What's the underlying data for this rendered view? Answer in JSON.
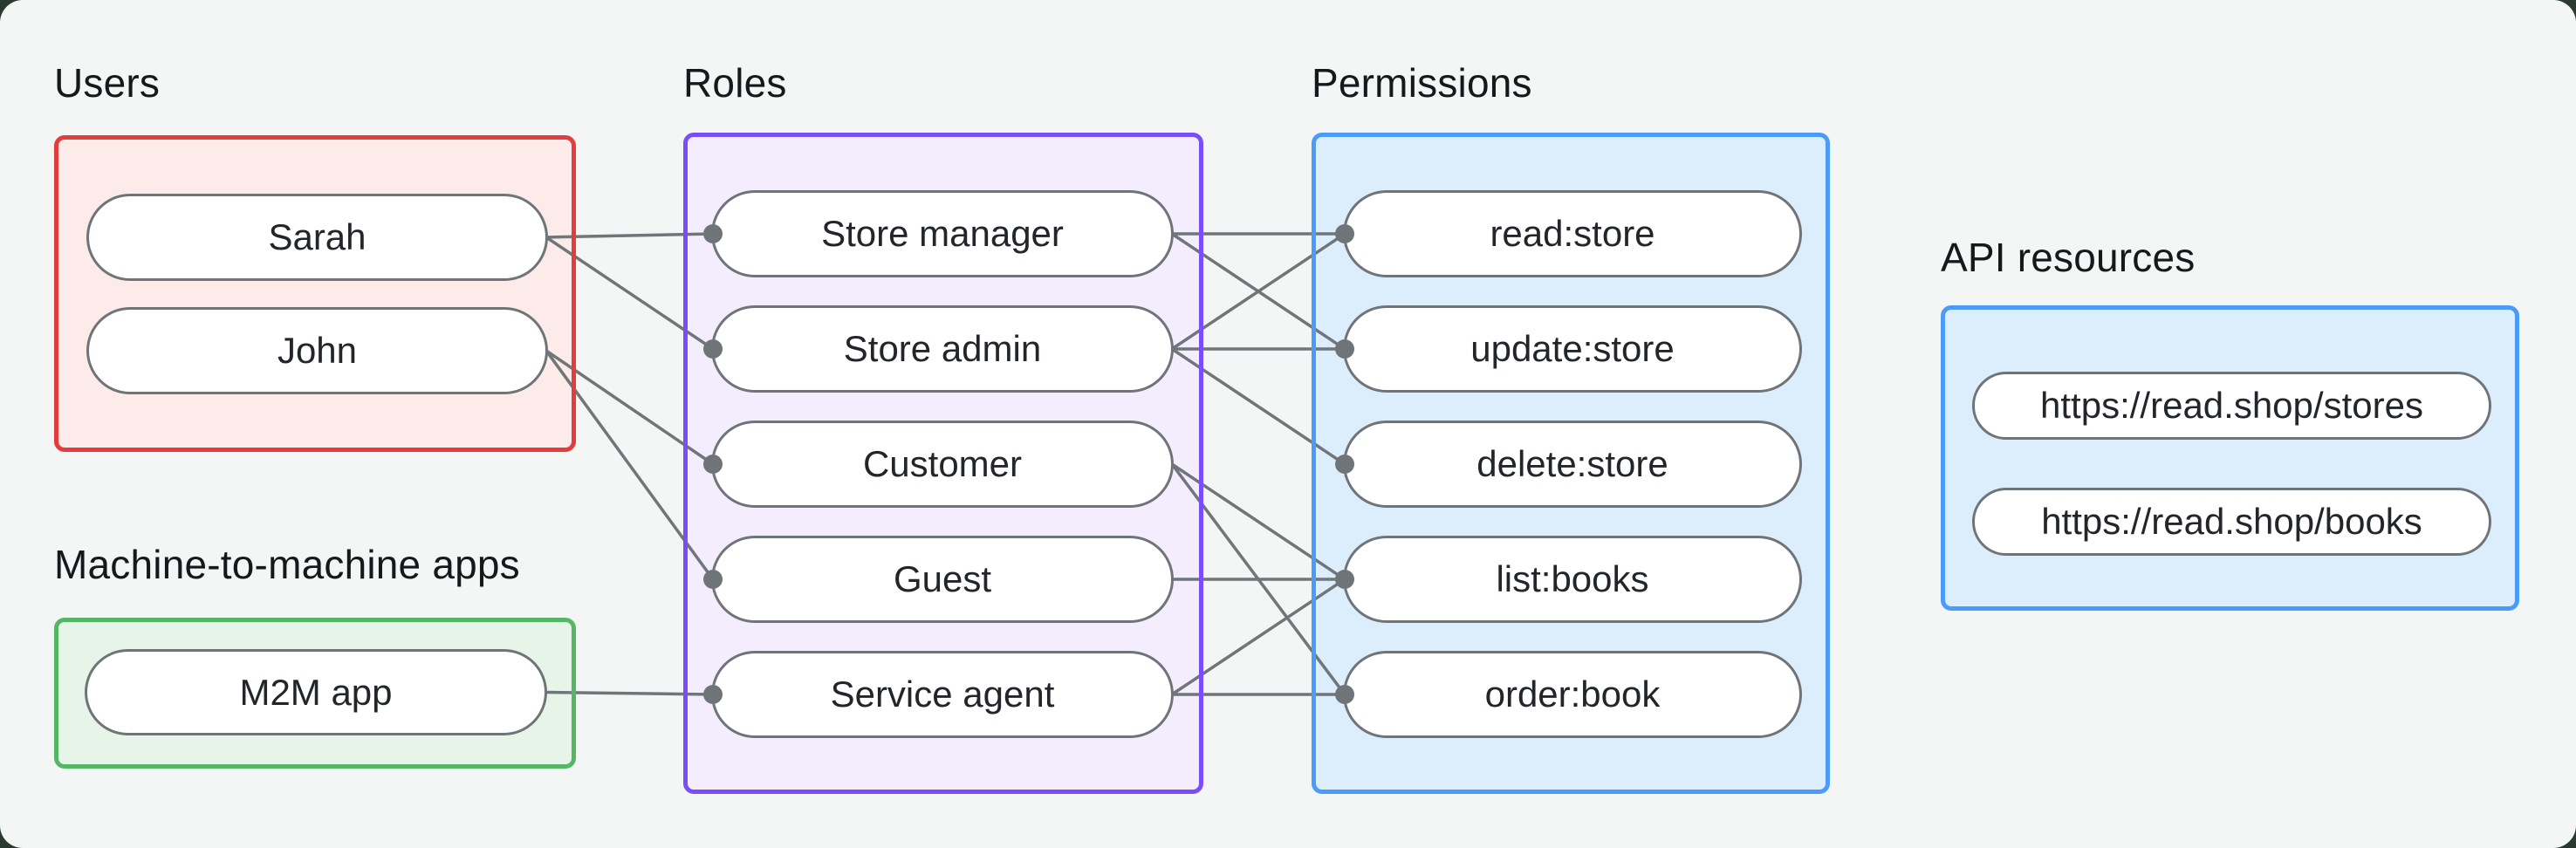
{
  "page": {
    "surface_color": "#2a3a31",
    "card_color": "#f4f6f5",
    "line_color": "#70757a",
    "line_width": 3.5,
    "dot_color": "#6f7478",
    "dot_radius": 11,
    "node_border_color": "#6f7478",
    "node_fill_color": "#ffffff",
    "text_color": "#22262a"
  },
  "groups": {
    "users": {
      "label": "Users",
      "border_color": "#e23d3d",
      "fill_color": "#fcebe9"
    },
    "m2m": {
      "label": "Machine-to-machine apps",
      "border_color": "#55b766",
      "fill_color": "#e7f5e9"
    },
    "roles": {
      "label": "Roles",
      "border_color": "#7a4df8",
      "fill_color": "#f3edfe"
    },
    "permissions": {
      "label": "Permissions",
      "border_color": "#4b9bfa",
      "fill_color": "#dcedfc"
    },
    "resources": {
      "label": "API resources",
      "border_color": "#4b9bfa",
      "fill_color": "#dcedfc"
    }
  },
  "nodes": {
    "sarah": {
      "label": "Sarah"
    },
    "john": {
      "label": "John"
    },
    "m2m_app": {
      "label": "M2M app"
    },
    "store_manager": {
      "label": "Store manager"
    },
    "store_admin": {
      "label": "Store admin"
    },
    "customer": {
      "label": "Customer"
    },
    "guest": {
      "label": "Guest"
    },
    "service_agent": {
      "label": "Service agent"
    },
    "read_store": {
      "label": "read:store"
    },
    "update_store": {
      "label": "update:store"
    },
    "delete_store": {
      "label": "delete:store"
    },
    "list_books": {
      "label": "list:books"
    },
    "order_book": {
      "label": "order:book"
    },
    "stores_api": {
      "label": "https://read.shop/stores"
    },
    "books_api": {
      "label": "https://read.shop/books"
    }
  },
  "edges": [
    {
      "from": "sarah",
      "to": "store_manager"
    },
    {
      "from": "sarah",
      "to": "store_admin"
    },
    {
      "from": "john",
      "to": "customer"
    },
    {
      "from": "john",
      "to": "guest"
    },
    {
      "from": "m2m_app",
      "to": "service_agent"
    },
    {
      "from": "store_manager",
      "to": "read_store"
    },
    {
      "from": "store_manager",
      "to": "update_store"
    },
    {
      "from": "store_admin",
      "to": "read_store"
    },
    {
      "from": "store_admin",
      "to": "update_store"
    },
    {
      "from": "store_admin",
      "to": "delete_store"
    },
    {
      "from": "customer",
      "to": "list_books"
    },
    {
      "from": "customer",
      "to": "order_book"
    },
    {
      "from": "guest",
      "to": "list_books"
    },
    {
      "from": "service_agent",
      "to": "list_books"
    },
    {
      "from": "service_agent",
      "to": "order_book"
    }
  ]
}
